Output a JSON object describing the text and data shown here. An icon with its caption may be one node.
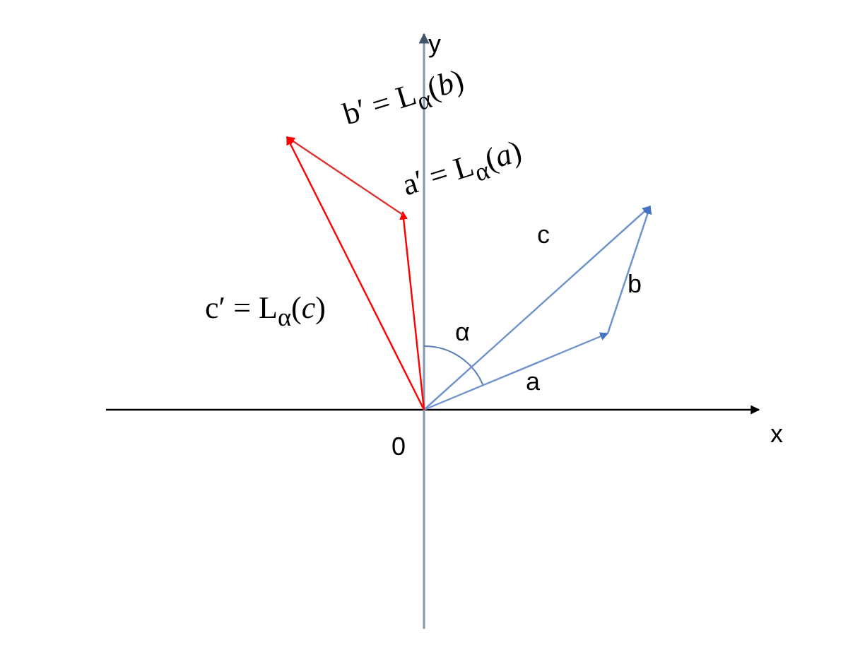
{
  "diagram": {
    "labels": [
      "y",
      "b′ = L$_{α}$(*b*)",
      "a′ = L$_{α}$(*a*)",
      "c",
      "b",
      "c′ = L$_{α}$(*c*)",
      "α",
      "a",
      "0",
      "x"
    ]
  }
}
